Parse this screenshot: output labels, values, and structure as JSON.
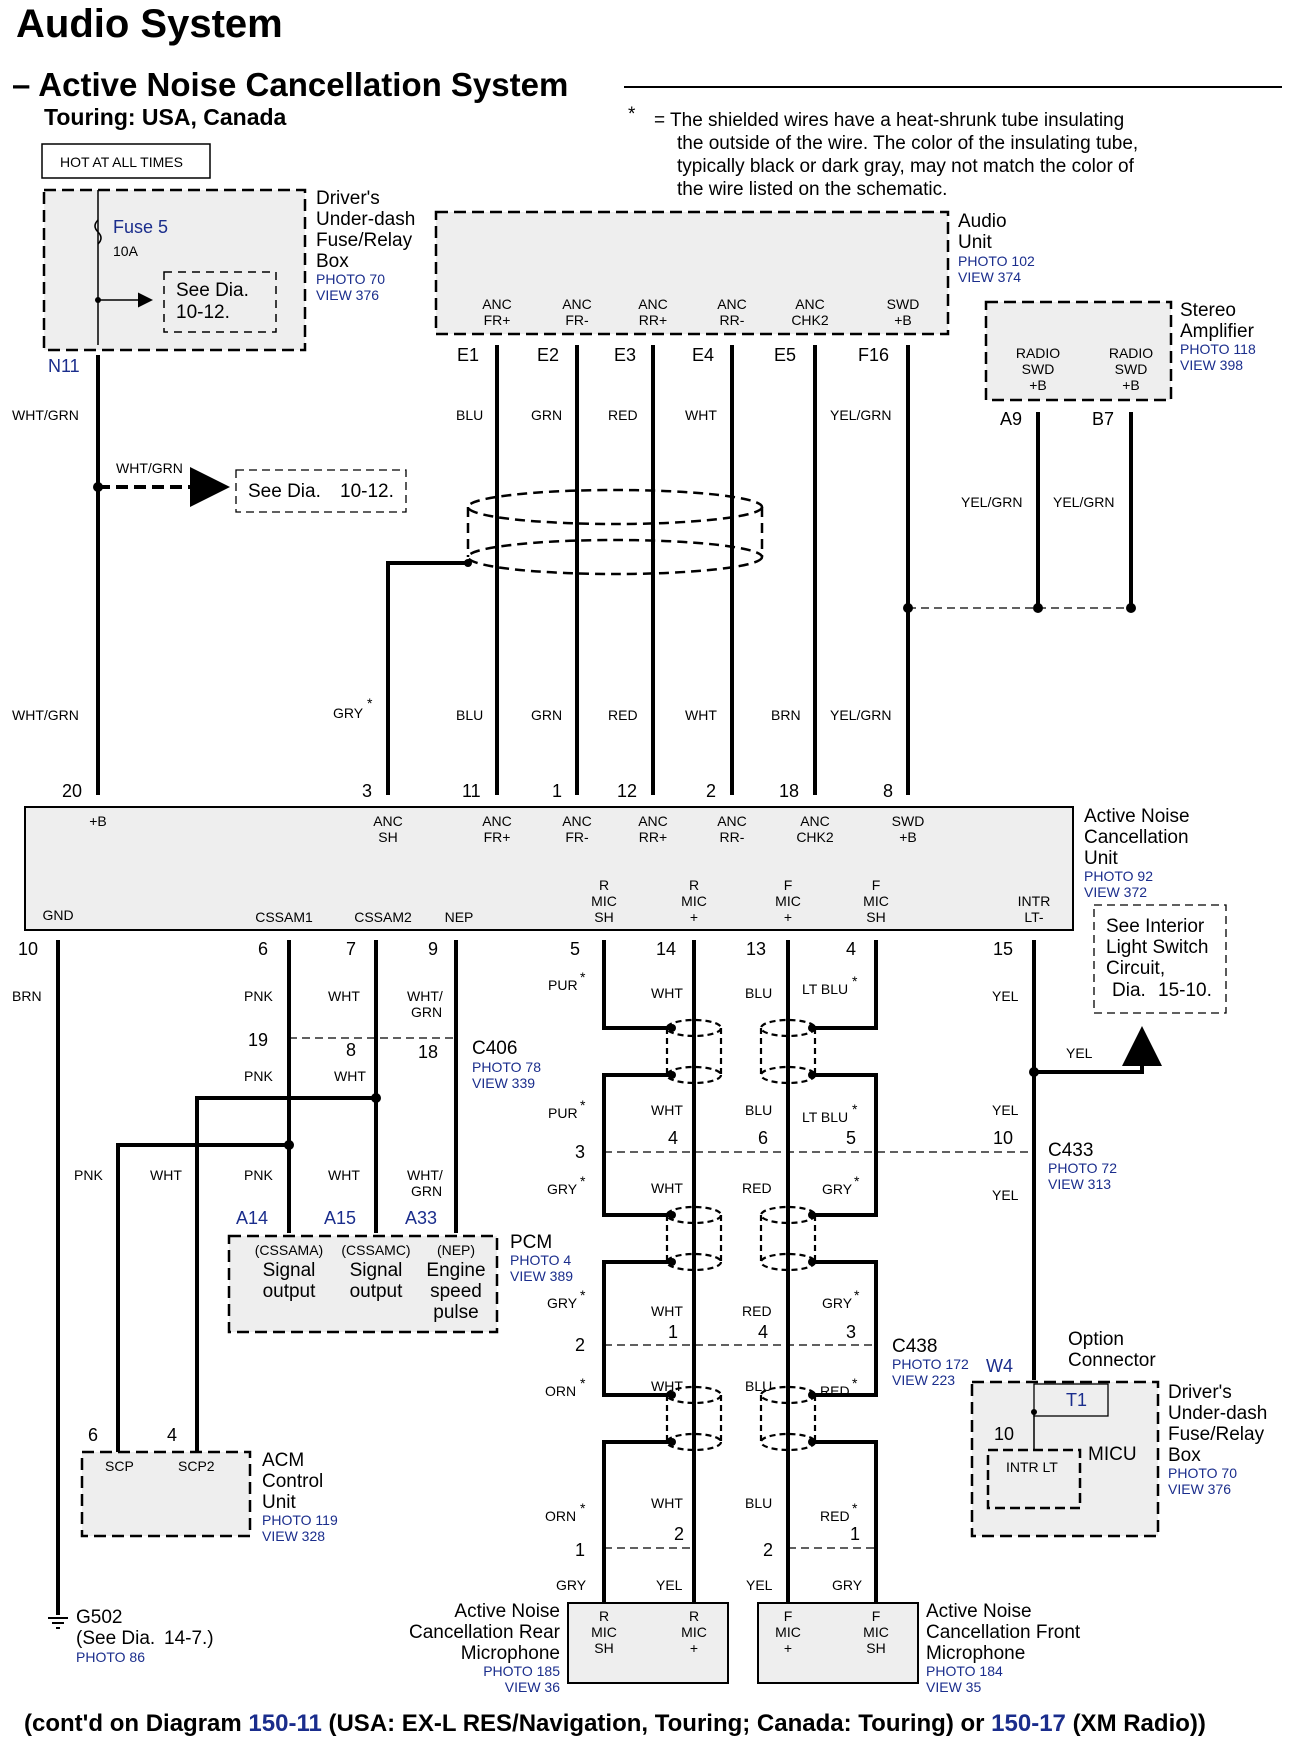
{
  "header": {
    "title": "Audio System",
    "subtitle": "Active Noise Cancellation System",
    "model": "Touring: USA, Canada"
  },
  "footnote": {
    "symbol": "*",
    "lines": [
      "= The shielded wires have a heat-shrunk tube insulating",
      "the outside of the wire.  The color of the insulating tube,",
      "typically black or dark gray, may not match the color of",
      "the wire listed on the schematic."
    ]
  },
  "fuse_box": {
    "hot": "HOT AT ALL TIMES",
    "fuse": "Fuse 5",
    "amp": "10A",
    "see_line1": "See Dia.",
    "see_line2": "10-12.",
    "name": [
      "Driver's",
      "Under-dash",
      "Fuse/Relay",
      "Box"
    ],
    "photo": "PHOTO 70",
    "view": "VIEW 376",
    "term": "N11"
  },
  "audio_unit": {
    "name": [
      "Audio",
      "Unit"
    ],
    "photo": "PHOTO 102",
    "view": "VIEW 374",
    "terminals": [
      {
        "l1": "ANC",
        "l2": "FR+",
        "pin": "E1",
        "wire": "BLU"
      },
      {
        "l1": "ANC",
        "l2": "FR-",
        "pin": "E2",
        "wire": "GRN"
      },
      {
        "l1": "ANC",
        "l2": "RR+",
        "pin": "E3",
        "wire": "RED"
      },
      {
        "l1": "ANC",
        "l2": "RR-",
        "pin": "E4",
        "wire": "WHT"
      },
      {
        "l1": "ANC",
        "l2": "CHK2",
        "pin": "E5",
        "wire": ""
      },
      {
        "l1": "SWD",
        "l2": "+B",
        "pin": "F16",
        "wire": "YEL/GRN"
      }
    ]
  },
  "stereo_amp": {
    "name": [
      "Stereo",
      "Amplifier"
    ],
    "photo": "PHOTO 118",
    "view": "VIEW 398",
    "terminals": [
      {
        "l1": "RADIO",
        "l2": "SWD",
        "l3": "+B",
        "pin": "A9",
        "wire": "YEL/GRN"
      },
      {
        "l1": "RADIO",
        "l2": "SWD",
        "l3": "+B",
        "pin": "B7",
        "wire": "YEL/GRN"
      }
    ]
  },
  "see_dia_mid": {
    "text": "See  Dia.",
    "num": "10-12."
  },
  "wires_upper": {
    "left_top": "WHT/GRN",
    "branch": "WHT/GRN",
    "left_bottom": "WHT/GRN",
    "gry": "GRY",
    "blu": "BLU",
    "grn": "GRN",
    "red": "RED",
    "wht": "WHT",
    "brn": "BRN",
    "yelgrn": "YEL/GRN"
  },
  "anc_unit": {
    "name": [
      "Active Noise",
      "Cancellation",
      "Unit"
    ],
    "photo": "PHOTO 92",
    "view": "VIEW 372",
    "top_pins": [
      "20",
      "3",
      "11",
      "1",
      "12",
      "2",
      "18",
      "8"
    ],
    "top_labels": [
      {
        "l1": "+B",
        "l2": ""
      },
      {
        "l1": "ANC",
        "l2": "SH"
      },
      {
        "l1": "ANC",
        "l2": "FR+"
      },
      {
        "l1": "ANC",
        "l2": "FR-"
      },
      {
        "l1": "ANC",
        "l2": "RR+"
      },
      {
        "l1": "ANC",
        "l2": "RR-"
      },
      {
        "l1": "ANC",
        "l2": "CHK2"
      },
      {
        "l1": "SWD",
        "l2": "+B"
      }
    ],
    "bottom_labels": [
      {
        "l1": "",
        "l2": "",
        "l3": "GND"
      },
      {
        "l1": "",
        "l2": "",
        "l3": "CSSAM1"
      },
      {
        "l1": "",
        "l2": "",
        "l3": "CSSAM2"
      },
      {
        "l1": "",
        "l2": "",
        "l3": "NEP"
      },
      {
        "l1": "R",
        "l2": "MIC",
        "l3": "SH"
      },
      {
        "l1": "",
        "l2": "R",
        "l3": "MIC",
        "l4": "+"
      },
      {
        "l1": "",
        "l2": "F",
        "l3": "MIC",
        "l4": "+"
      },
      {
        "l1": "F",
        "l2": "MIC",
        "l3": "SH"
      },
      {
        "l1": "",
        "l2": "INTR",
        "l3": "LT-"
      }
    ],
    "bottom_pins": [
      "10",
      "6",
      "7",
      "9",
      "5",
      "14",
      "13",
      "4",
      "15"
    ]
  },
  "see_interior": {
    "lines": [
      "See Interior",
      "Light Switch",
      "Circuit,"
    ],
    "dia": "Dia.",
    "num": "15-10."
  },
  "wires_lower": {
    "brn": "BRN",
    "pnk": "PNK",
    "wht": "WHT",
    "whtgrn1": "WHT/",
    "whtgrn2": "GRN",
    "pur": "PUR",
    "blu": "BLU",
    "ltblu": "LT BLU",
    "yel": "YEL",
    "gry": "GRY",
    "red": "RED",
    "orn": "ORN"
  },
  "c406": {
    "name": "C406",
    "photo": "PHOTO 78",
    "view": "VIEW 339",
    "pins": [
      "19",
      "8",
      "18"
    ]
  },
  "c433": {
    "name": "C433",
    "photo": "PHOTO 72",
    "view": "VIEW 313",
    "pins": [
      "3",
      "4",
      "6",
      "5",
      "10"
    ]
  },
  "c438": {
    "name": "C438",
    "photo": "PHOTO 172",
    "view": "VIEW 223",
    "pins": [
      "2",
      "1",
      "4",
      "3"
    ]
  },
  "pcm": {
    "name": "PCM",
    "photo": "PHOTO 4",
    "view": "VIEW 389",
    "pins": [
      "A14",
      "A15",
      "A33"
    ],
    "cols": [
      {
        "code": "(CSSAMA)",
        "l1": "Signal",
        "l2": "output",
        "l3": ""
      },
      {
        "code": "(CSSAMC)",
        "l1": "Signal",
        "l2": "output",
        "l3": ""
      },
      {
        "code": "(NEP)",
        "l1": "Engine",
        "l2": "speed",
        "l3": "pulse"
      }
    ]
  },
  "acm": {
    "name": [
      "ACM",
      "Control",
      "Unit"
    ],
    "photo": "PHOTO 119",
    "view": "VIEW 328",
    "pins": [
      "6",
      "4"
    ],
    "labels": [
      "SCP",
      "SCP2"
    ]
  },
  "ground": {
    "name": "G502",
    "see": "(See Dia.",
    "num": "14-7.)",
    "photo": "PHOTO 86"
  },
  "option_conn": {
    "name": [
      "Option",
      "Connector"
    ],
    "pin": "W4"
  },
  "micu_box": {
    "term": "T1",
    "pin": "10",
    "inner": "INTR LT",
    "micu": "MICU",
    "name": [
      "Driver's",
      "Under-dash",
      "Fuse/Relay",
      "Box"
    ],
    "photo": "PHOTO 70",
    "view": "VIEW 376"
  },
  "mic_rear": {
    "name": [
      "Active Noise",
      "Cancellation Rear",
      "Microphone"
    ],
    "photo": "PHOTO 185",
    "view": "VIEW 36",
    "pins": [
      "1",
      "2"
    ],
    "wires": [
      "GRY",
      "YEL"
    ],
    "t1": [
      "R",
      "MIC",
      "SH"
    ],
    "t2": [
      "R",
      "MIC",
      "+"
    ]
  },
  "mic_front": {
    "name": [
      "Active Noise",
      "Cancellation Front",
      "Microphone"
    ],
    "photo": "PHOTO 184",
    "view": "VIEW 35",
    "pins": [
      "2",
      "1"
    ],
    "wires": [
      "YEL",
      "GRY"
    ],
    "t1": [
      "F",
      "MIC",
      "+"
    ],
    "t2": [
      "F",
      "MIC",
      "SH"
    ]
  },
  "footer": {
    "a": "(cont'd on",
    "b": "Diagram",
    "c": "150-11",
    "d": "(USA: EX-L RES/Navigation, Touring; Canada: Touring) or",
    "e": "150-17",
    "f": "(XM Radio))"
  },
  "colors": {
    "link": "#1a2d8c",
    "box_fill": "#eeeeee"
  }
}
